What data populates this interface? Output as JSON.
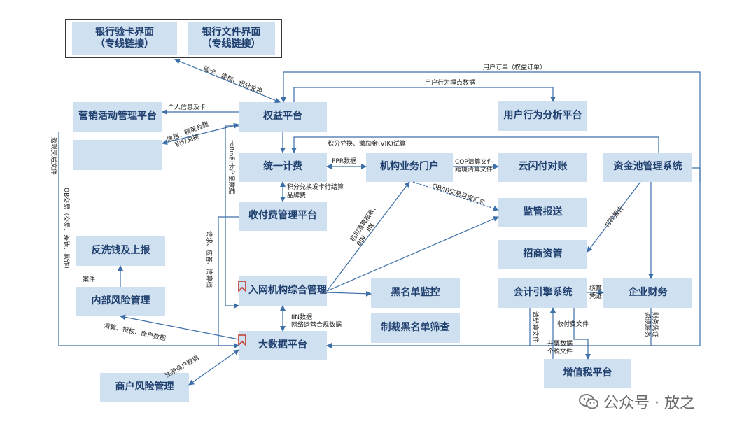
{
  "nodes": {
    "bank_card_ui": "银行验卡界面\n（专线链接）",
    "bank_file_ui": "银行文件界面\n（专线链接）",
    "marketing_platform": "营销活动管理平台",
    "rights_platform": "权益平台",
    "user_behavior_platform": "用户行为分析平台",
    "unified_billing": "统一计费",
    "institution_portal": "机构业务门户",
    "yunshanfu_recon": "云闪付对账",
    "fund_pool_system": "资金池管理系统",
    "payment_fee_platform": "收付费管理平台",
    "regulatory_report": "监管报送",
    "investment_mgmt": "招商资管",
    "aml_report": "反洗钱及上报",
    "member_institution_mgmt": "入网机构综合管理",
    "blacklist_monitor": "黑名单监控",
    "sanction_screen": "制裁黑名单筛查",
    "accounting_engine": "会计引擎系统",
    "enterprise_finance": "企业财务",
    "internal_risk": "内部风险管理",
    "big_data_platform": "大数据平台",
    "vat_platform": "增值税平台",
    "merchant_risk": "商户风险管理"
  },
  "edge_labels": {
    "user_order": "用户订单（权益订单）",
    "user_behavior_data": "用户行为埋点数据",
    "card_verify": "验卡、建档、积分兑换",
    "personal_info": "个人信息及卡",
    "elite_points": "建档、精英会籍\n积分兑换",
    "points_vik": "积分兑换、激励金(VIK)试算",
    "ppr_data": "PPR数据",
    "cqp_files": "CQP清算文件\n跨境清算文件",
    "points_settlement": "积分兑换发卡行结算\n品牌费",
    "card_bin": "卡Bin和卡产品数据",
    "ob_ib_summary": "OB/IB交易月度汇总",
    "bank_business_info": "机构清算报表、\nBIN、IIN",
    "settlement_report": "付款报告",
    "return_trade_file": "返现交易文件",
    "ob_trade": "OB交易（交易、差错、欺诈）",
    "request_archive": "请求、应答、清算档",
    "case": "案件",
    "accounting_voucher": "核算\n凭证",
    "settlement_file": "清结算文件",
    "fee_file": "收付费文件",
    "invoice_data": "开票数据\n个税文件",
    "return_finance": "返现账务\n财务凭证",
    "iin_data": "IIN数据\n网络运营合规数据",
    "clearing_auth": "清算、授权、商户数据",
    "register_merchant": "注册商户数据"
  },
  "watermark": {
    "text": "公众号 · 放之",
    "icon": "wechat-icon"
  },
  "colors": {
    "node_fill": "#cfe0f1",
    "node_text": "#1f3f6e",
    "edge": "#3d6fa8",
    "flag": "#c0392b"
  }
}
